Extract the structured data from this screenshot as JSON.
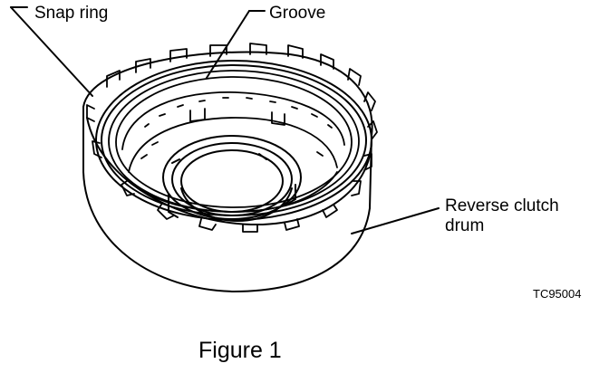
{
  "labels": {
    "snap_ring": "Snap ring",
    "groove": "Groove",
    "reverse_clutch_line1": "Reverse clutch",
    "reverse_clutch_line2": "drum",
    "code": "TC95004"
  },
  "caption": "Figure 1",
  "colors": {
    "ink": "#000000",
    "paper": "#ffffff"
  }
}
